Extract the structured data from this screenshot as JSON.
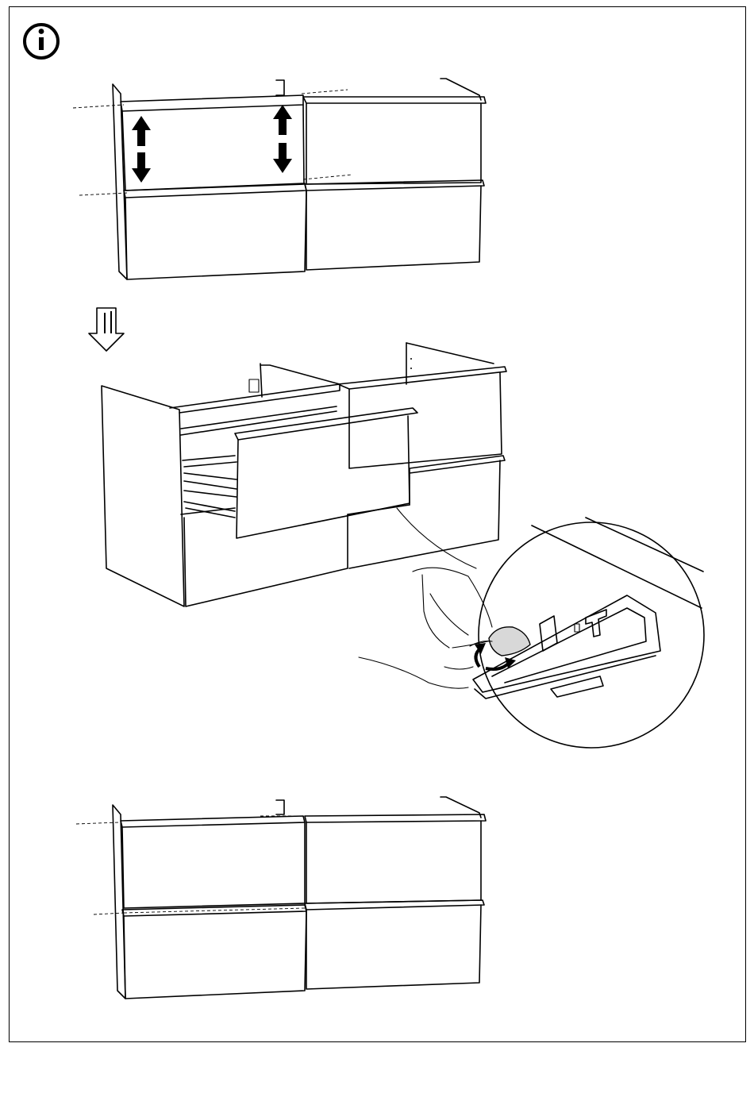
{
  "document": {
    "type": "assembly-instruction",
    "info_icon": "info-icon",
    "steps": [
      {
        "name": "adjust-drawer-fronts-height",
        "icons": [
          "double-arrow-up-down-icon",
          "double-arrow-up-down-icon"
        ]
      },
      {
        "name": "turn-adjustment-screw",
        "icons": [
          "rotate-arrow-icon"
        ]
      },
      {
        "name": "aligned-result"
      }
    ],
    "flow_icon": "down-arrow-icon",
    "colors": {
      "line": "#000000",
      "background": "#ffffff",
      "hand_fill": "#d8d8d8"
    }
  }
}
